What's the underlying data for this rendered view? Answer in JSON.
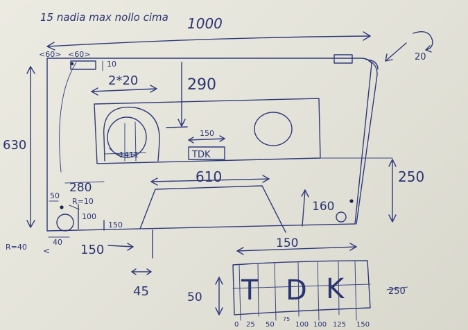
{
  "header": {
    "note": "15 nadia max nollo cima",
    "note_value": "1000"
  },
  "dimensions": {
    "top_left_a": "<60>",
    "top_left_b": "<60>",
    "top_left_small": "10",
    "corner": "20",
    "window_width": "2*20",
    "window_depth": "290",
    "height_total": "630",
    "reel_inner": "1411",
    "label_width": "150",
    "right_height": "250",
    "bottom_width": "610",
    "left_block": "280",
    "left_r_small": "R=10",
    "left_50": "50",
    "left_100": "100",
    "left_150": "150",
    "left_r_large": "R=40",
    "left_40": "40",
    "bottom_150": "150",
    "bottom_45": "45",
    "right_160": "160",
    "logo_width": "150",
    "logo_height": "50",
    "logo_side": "250"
  },
  "cassette_label": "TDK",
  "logo": {
    "letters": [
      "T",
      "D",
      "K"
    ],
    "scale": [
      "0",
      "25",
      "50",
      "75",
      "100",
      "100",
      "125",
      "150"
    ]
  }
}
